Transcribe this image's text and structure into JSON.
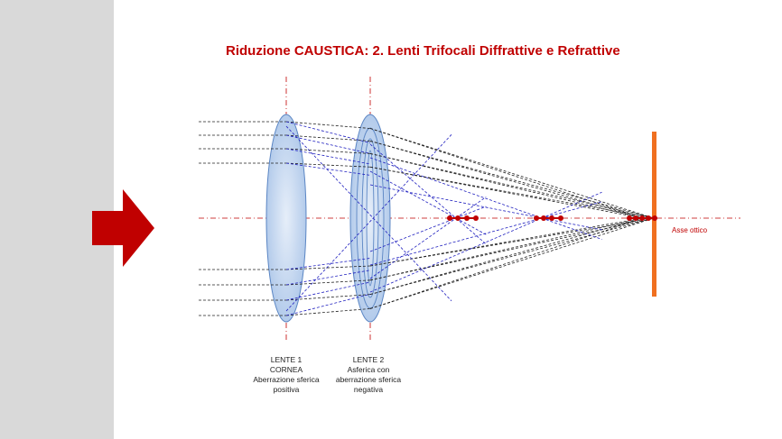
{
  "title": "Riduzione CAUSTICA: 2. Lenti Trifocali Diffrattive e Refrattive",
  "axis_label": "Asse ottico",
  "lens1": {
    "line1": "LENTE 1",
    "line2": "CORNEA",
    "line3": "Aberrazione  sferica",
    "line4": "positiva"
  },
  "lens2": {
    "line1": "LENTE 2",
    "line2": "Asferica con",
    "line3": "aberrazione  sferica",
    "line4": "negativa"
  },
  "colors": {
    "title": "#c00000",
    "arrow": "#c00000",
    "lens_fill": "#b8d0ec",
    "lens_stroke": "#5b86c4",
    "axis": "#c00000",
    "screen": "#f07020",
    "focus_dot": "#c00000",
    "ray_black": "#000000",
    "ray_blue": "#1f1fbf",
    "sidebar": "#d9d9d9"
  }
}
